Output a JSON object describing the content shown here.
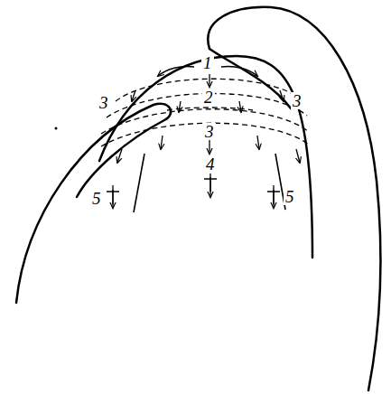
{
  "diagram": {
    "labels": [
      "1",
      "2",
      "3",
      "3",
      "3",
      "4",
      "5",
      "5"
    ]
  }
}
